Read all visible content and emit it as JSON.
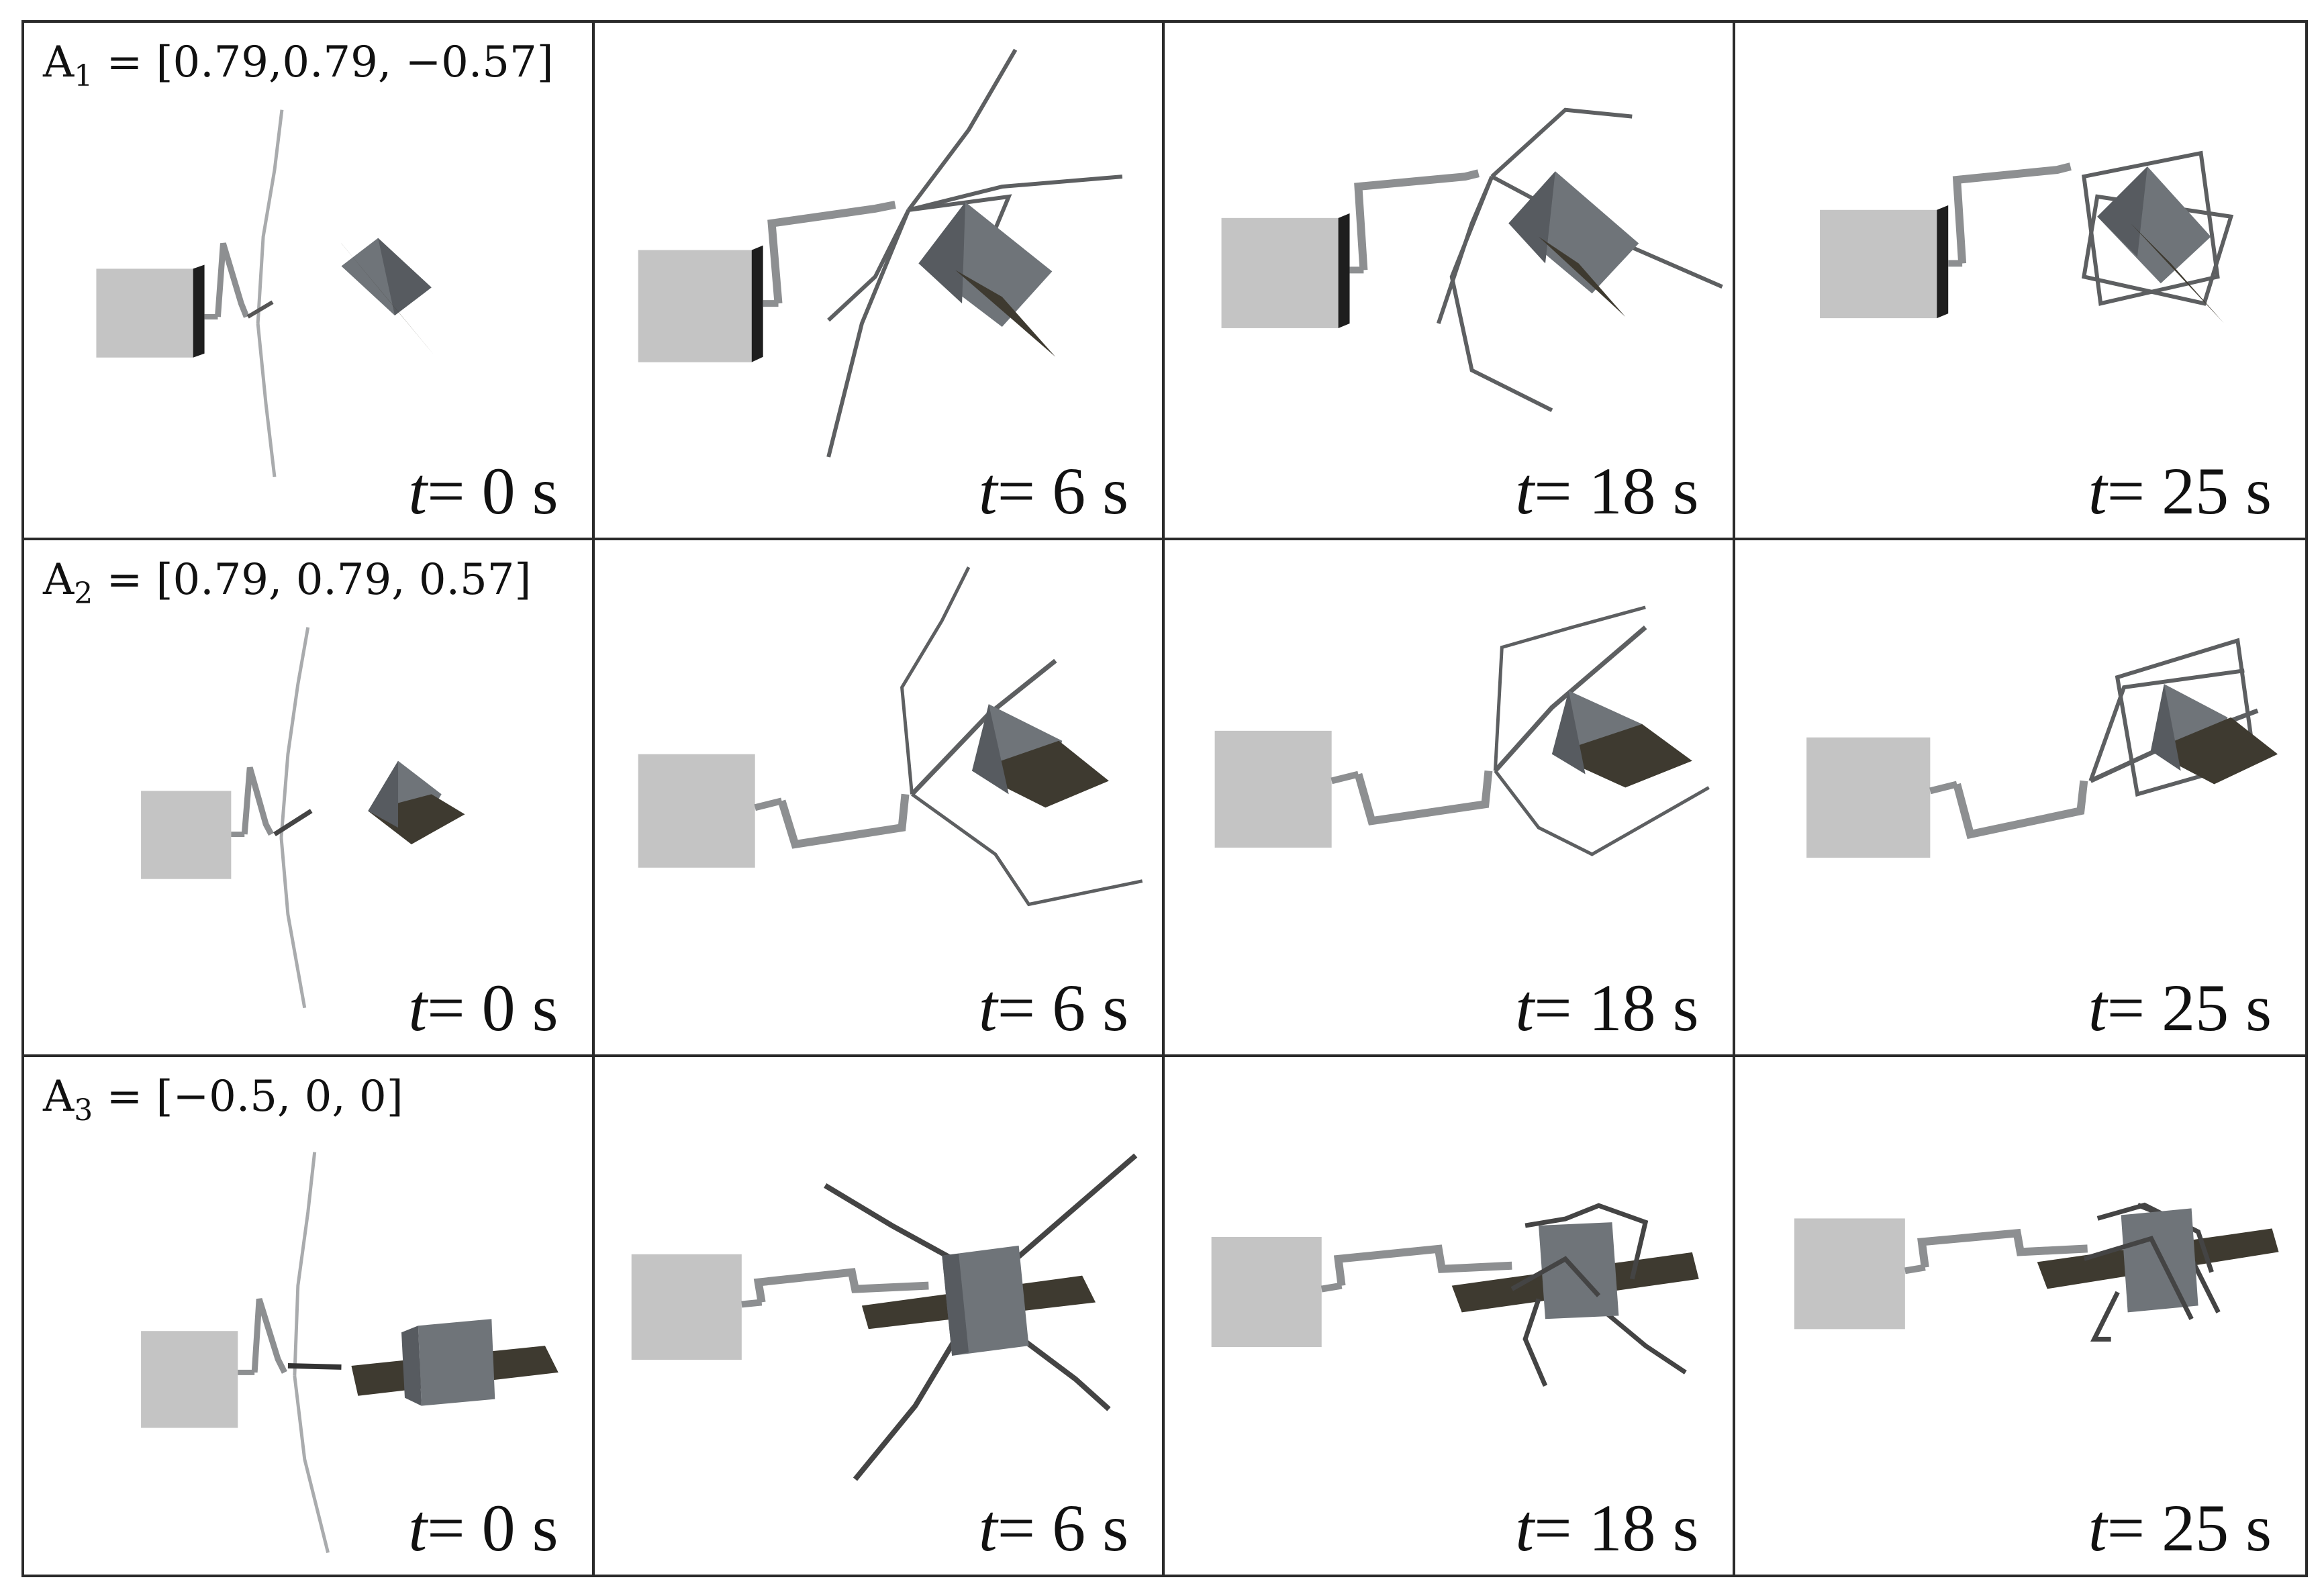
{
  "rows": [
    {
      "condition": {
        "symbol": "A",
        "subscript": "1",
        "vector": "= [0.79,0.79, −0.57]"
      },
      "times": [
        "t",
        "t",
        "t",
        "t"
      ],
      "values": [
        "= 0 s",
        "= 6 s",
        "= 18 s",
        "= 25 s"
      ]
    },
    {
      "condition": {
        "symbol": "A",
        "subscript": "2",
        "vector": "= [0.79, 0.79, 0.57]"
      },
      "times": [
        "t",
        "t",
        "t",
        "t"
      ],
      "values": [
        "= 0 s",
        "= 6 s",
        "= 18 s",
        "= 25 s"
      ]
    },
    {
      "condition": {
        "symbol": "A",
        "subscript": "3",
        "vector": "= [−0.5, 0, 0]"
      },
      "times": [
        "t",
        "t",
        "t",
        "t"
      ],
      "values": [
        "= 0 s",
        "= 6 s",
        "= 18 s",
        "= 25 s"
      ]
    }
  ],
  "colors": {
    "border": "#2a2a2a",
    "base_body": "#c4c4c4",
    "target_body": "#6f7479",
    "solar_panel": "#3e3a30",
    "arm": "#8d8f91",
    "tentacle": "#5d5f61"
  }
}
